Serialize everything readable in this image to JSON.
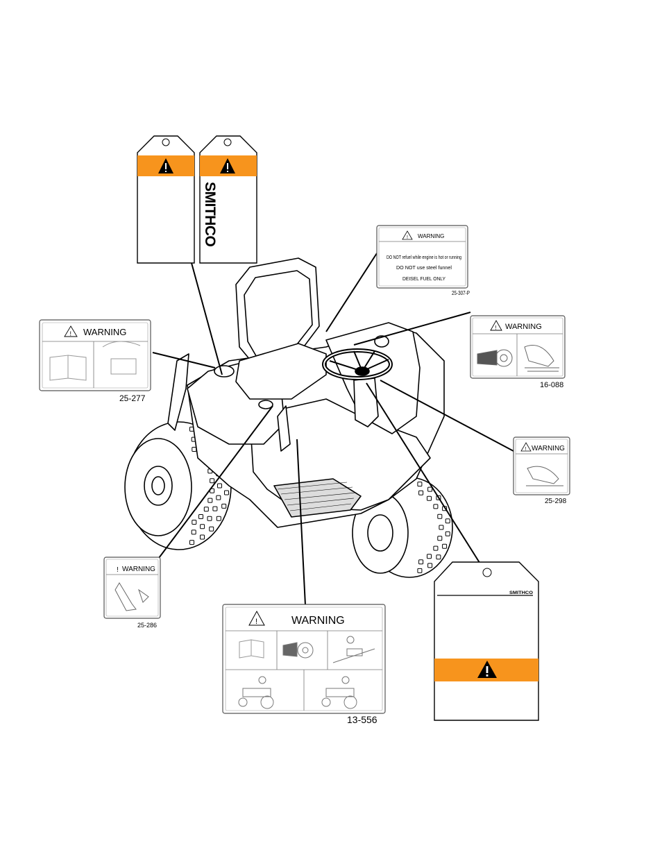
{
  "colors": {
    "accent": "#f7941d",
    "line": "#000000",
    "decal_border": "#555555"
  },
  "tags": {
    "left_tag": {
      "icon": "warning-triangle-icon"
    },
    "right_tag": {
      "brand": "SMITHCO",
      "icon": "warning-triangle-icon"
    },
    "bottom_tag": {
      "brand": "SMITHCO",
      "icon": "warning-triangle-icon"
    }
  },
  "decals": {
    "d_25_307": {
      "heading": "WARNING",
      "line1": "DO NOT refuel while engine is hot or running",
      "line2": "DO NOT use steel funnel",
      "line3": "DEISEL FUEL ONLY",
      "part": "25-307-P"
    },
    "d_25_277": {
      "heading": "WARNING",
      "part": "25-277"
    },
    "d_16_088": {
      "heading": "WARNING",
      "part": "16-088"
    },
    "d_25_298": {
      "heading": "WARNING",
      "part": "25-298"
    },
    "d_25_286": {
      "heading": "WARNING",
      "part": "25-286"
    },
    "d_13_556": {
      "heading": "WARNING",
      "part": "13-556"
    }
  },
  "machine": {
    "icon": "ride-on-mower-drawing"
  }
}
